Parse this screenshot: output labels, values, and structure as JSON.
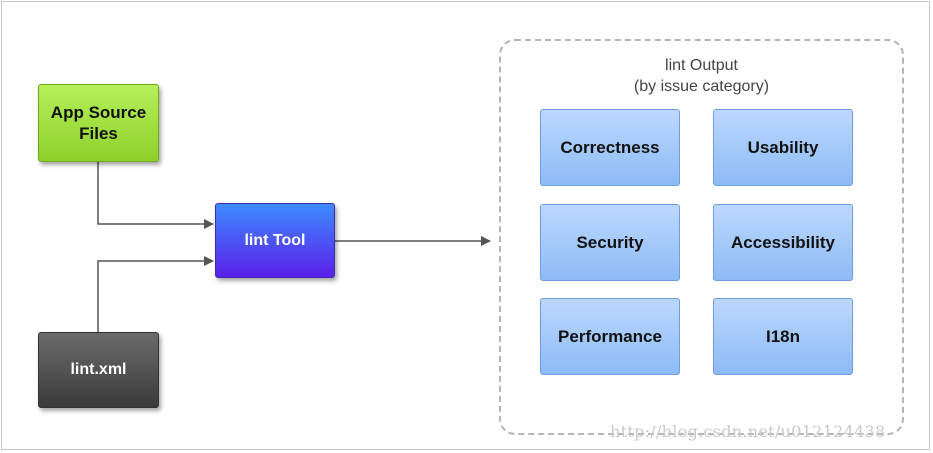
{
  "diagram": {
    "app_source": "App Source\nFiles",
    "lint_xml": "lint.xml",
    "lint_tool": "lint Tool",
    "output": {
      "title_line1": "lint Output",
      "title_line2": "(by issue category)",
      "categories": [
        "Correctness",
        "Usability",
        "Security",
        "Accessibility",
        "Performance",
        "I18n"
      ]
    }
  },
  "watermark": "http://blog.csdn.net/u012124438",
  "colors": {
    "source_box": "#9ad93a",
    "lint_xml_box": "#4a4a4a",
    "lint_tool_box": "#4a5cf5",
    "category_box": "#a6c9f8",
    "arrow": "#555555"
  }
}
